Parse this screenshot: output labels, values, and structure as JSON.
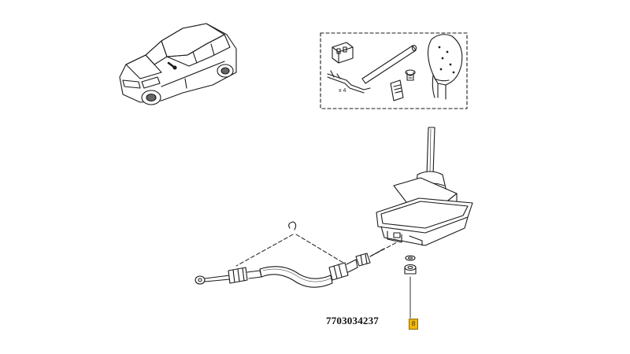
{
  "diagram": {
    "part_number": "7703034237",
    "reference_badge": "8",
    "kit_quantity_label": "x 4"
  },
  "colors": {
    "line": "#1a1a1a",
    "badge": "#f2b705"
  }
}
